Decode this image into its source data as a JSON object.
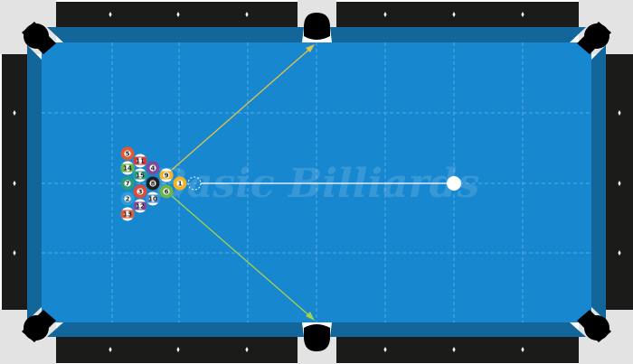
{
  "app": {
    "watermark_text": "Basic Billiards"
  },
  "colors": {
    "rail_dark": "#1b1c1a",
    "corner_gray": "#e3e3e3",
    "cushion": "#13669a",
    "cloth": "#1787cf",
    "grid_line": "#6cbdf0",
    "aim_line_yellow": "#e3c34b",
    "aim_line_green": "#a6d24c",
    "cue_line": "#ffffff",
    "diamond": "#ffffff"
  },
  "balls": [
    {
      "number": "1",
      "color": "#f2b325",
      "stripe": false
    },
    {
      "number": "9",
      "color": "#f2b325",
      "stripe": true
    },
    {
      "number": "6",
      "color": "#69b545",
      "stripe": false
    },
    {
      "number": "4",
      "color": "#7d4c9b",
      "stripe": false
    },
    {
      "number": "8",
      "color": "#1e1e1e",
      "stripe": false
    },
    {
      "number": "10",
      "color": "#3d8fd1",
      "stripe": true
    },
    {
      "number": "11",
      "color": "#d9383e",
      "stripe": true
    },
    {
      "number": "15",
      "color": "#2a9d7b",
      "stripe": true
    },
    {
      "number": "3",
      "color": "#e04a3c",
      "stripe": false
    },
    {
      "number": "12",
      "color": "#7d4c9b",
      "stripe": true
    },
    {
      "number": "5",
      "color": "#e05a36",
      "stripe": false
    },
    {
      "number": "14",
      "color": "#69b545",
      "stripe": true
    },
    {
      "number": "7",
      "color": "#2a9d7b",
      "stripe": false
    },
    {
      "number": "2",
      "color": "#2f9ed8",
      "stripe": false
    },
    {
      "number": "13",
      "color": "#e05a36",
      "stripe": true
    }
  ],
  "cue_ball": {
    "color": "#ffffff"
  }
}
